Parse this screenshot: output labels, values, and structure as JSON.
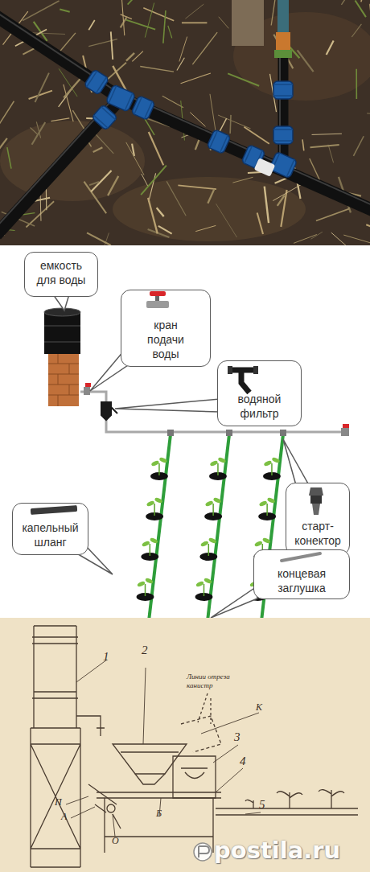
{
  "diagram": {
    "nodes": [
      {
        "text": [
          "емкость для воды"
        ]
      },
      {
        "text": [
          "кран подачи воды"
        ]
      },
      {
        "text": [
          "водяной фильтр"
        ]
      },
      {
        "text": [
          "капельный шланг"
        ]
      },
      {
        "text": [
          "старт-конектор"
        ]
      },
      {
        "text": [
          "концевая заглушка"
        ]
      }
    ],
    "labels": [
      "1",
      "2",
      "Линии отреза канистр",
      "К",
      "3",
      "4",
      "5",
      "П",
      "А",
      "О",
      "Б",
      "postila.ru"
    ]
  }
}
